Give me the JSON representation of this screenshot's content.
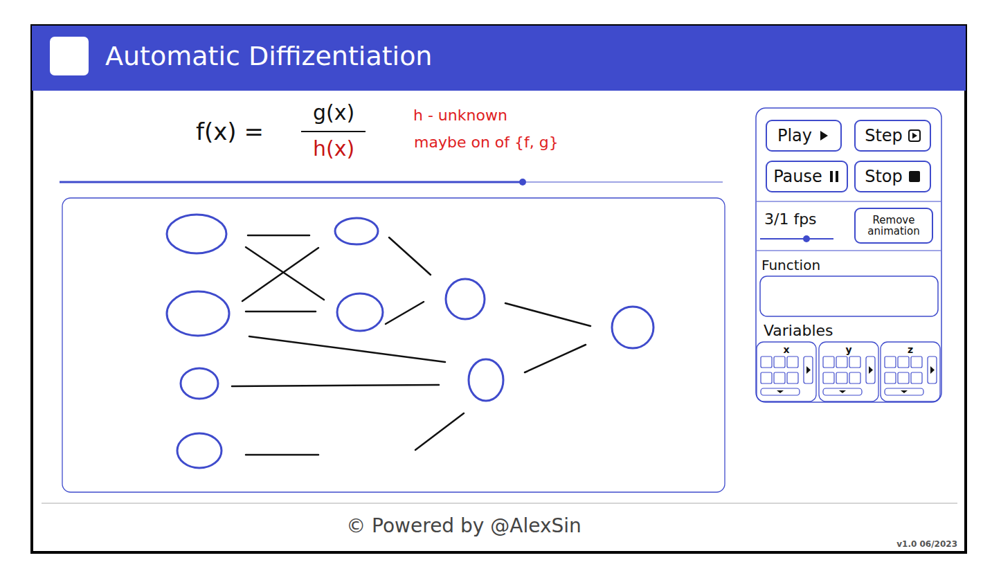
{
  "diagram": {
    "title": "Automatic Diffizentiation",
    "nodes": [
      {
        "text": [
          "Play"
        ]
      },
      {
        "text": [
          "Step"
        ]
      },
      {
        "text": [
          "Pause"
        ]
      },
      {
        "text": [
          "Stop"
        ]
      },
      {
        "text": [
          "Remove animation"
        ]
      }
    ],
    "labels": [
      "f(x) =",
      "g(x)",
      "h(x)",
      "h - unknown",
      "maybe on of {f, g}",
      "3/1 fps",
      "Function",
      "Variables",
      "x",
      "y",
      "z",
      "© Powered by @AlexSin",
      "v1.0  06/2023"
    ]
  }
}
